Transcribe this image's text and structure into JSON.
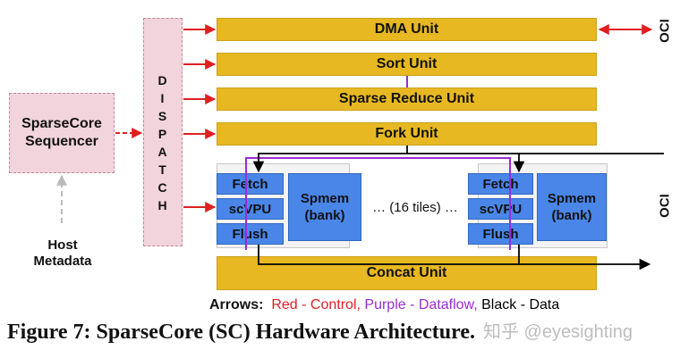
{
  "sequencer": {
    "line1": "SparseCore",
    "line2": "Sequencer"
  },
  "host": {
    "line1": "Host",
    "line2": "Metadata"
  },
  "dispatch": {
    "letters": [
      "D",
      "I",
      "S",
      "P",
      "A",
      "T",
      "C",
      "H"
    ]
  },
  "units": {
    "dma": "DMA Unit",
    "sort": "Sort Unit",
    "sparse_reduce": "Sparse Reduce Unit",
    "fork": "Fork Unit",
    "concat": "Concat Unit"
  },
  "tile_left": {
    "fetch": "Fetch",
    "scvpu": "scVPU",
    "flush": "Flush",
    "spmem1": "Spmem",
    "spmem2": "(bank)"
  },
  "tile_right": {
    "fetch": "Fetch",
    "scvpu": "scVPU",
    "flush": "Flush",
    "spmem1": "Spmem",
    "spmem2": "(bank)"
  },
  "tiles_label": "… (16 tiles) …",
  "oci_top": "OCI",
  "oci_mid": "OCI",
  "legend": {
    "prefix": "Arrows:",
    "red": "Red - Control,",
    "purple": "Purple - Dataflow,",
    "black": "Black - Data"
  },
  "caption": "Figure 7: SparseCore (SC) Hardware Architecture.",
  "watermark": "知乎 @eyesighting",
  "colors": {
    "red": "#e02020",
    "purple": "#9a2bd6",
    "black": "#000000",
    "gold": "#e7b822",
    "blue": "#4a86e8",
    "pink": "#f1d4dc"
  }
}
